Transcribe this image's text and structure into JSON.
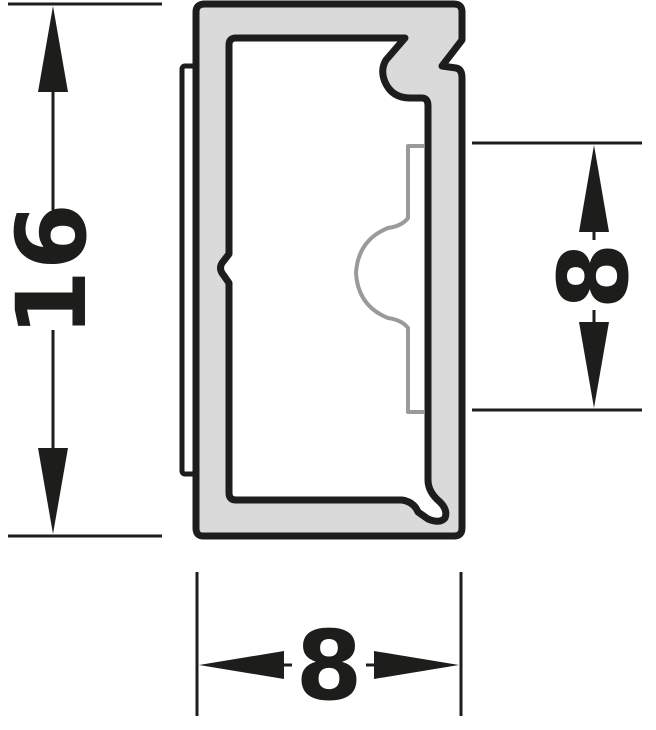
{
  "dimensions": {
    "height_label": "16",
    "groove_label": "8",
    "width_label": "8"
  },
  "colors": {
    "ink": "#1d1d1b",
    "profile_fill": "#dadada",
    "hidden_detail": "#9a9a9a",
    "background": "#ffffff"
  }
}
